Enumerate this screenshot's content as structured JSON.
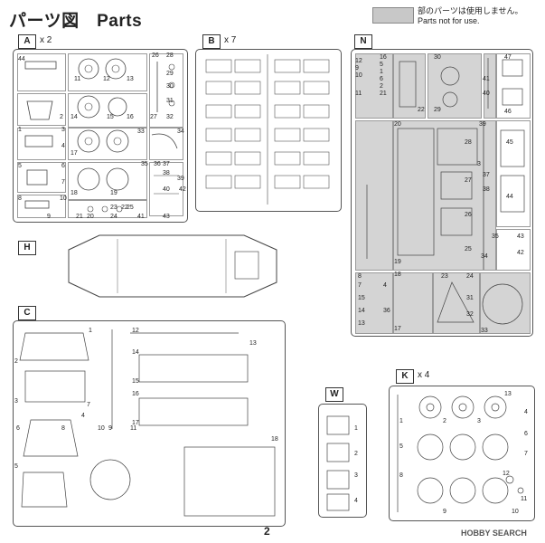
{
  "header": {
    "title": "パーツ図　Parts",
    "legend_line1": "部のパーツは使用しません。",
    "legend_line2": "Parts not for use."
  },
  "sprues": {
    "A": {
      "label": "A",
      "qty": "x 2"
    },
    "B": {
      "label": "B",
      "qty": "x 7"
    },
    "N": {
      "label": "N"
    },
    "H": {
      "label": "H"
    },
    "C": {
      "label": "C"
    },
    "W": {
      "label": "W"
    },
    "K": {
      "label": "K",
      "qty": "x 4"
    }
  },
  "numbers": {
    "a": [
      "11",
      "12",
      "13",
      "2",
      "14",
      "15",
      "16",
      "17",
      "18",
      "19",
      "20",
      "21",
      "22",
      "23",
      "24",
      "25",
      "26",
      "27",
      "28",
      "29",
      "30",
      "31",
      "32",
      "33",
      "34",
      "35",
      "36",
      "37",
      "38",
      "39",
      "40",
      "41",
      "42",
      "43",
      "44",
      "1",
      "3",
      "4",
      "5",
      "6",
      "7",
      "8",
      "9",
      "10"
    ],
    "n": [
      "12",
      "9",
      "10",
      "11",
      "16",
      "5",
      "1",
      "6",
      "2",
      "21",
      "22",
      "30",
      "29",
      "41",
      "47",
      "40",
      "46",
      "20",
      "28",
      "39",
      "27",
      "45",
      "44",
      "26",
      "25",
      "3",
      "35",
      "43",
      "34",
      "42",
      "19",
      "8",
      "7",
      "4",
      "18",
      "24",
      "23",
      "17",
      "36",
      "15",
      "14",
      "13",
      "31",
      "32",
      "33",
      "37",
      "38"
    ],
    "c": [
      "1",
      "2",
      "3",
      "4",
      "5",
      "6",
      "7",
      "8",
      "9",
      "10",
      "11",
      "12",
      "13",
      "14",
      "15",
      "16",
      "17",
      "18"
    ],
    "w": [
      "1",
      "2",
      "3",
      "4"
    ],
    "k": [
      "1",
      "2",
      "3",
      "4",
      "5",
      "6",
      "7",
      "8",
      "9",
      "10",
      "11",
      "12",
      "13"
    ]
  },
  "footer": {
    "page": "2",
    "watermark": "HOBBY SEARCH"
  }
}
